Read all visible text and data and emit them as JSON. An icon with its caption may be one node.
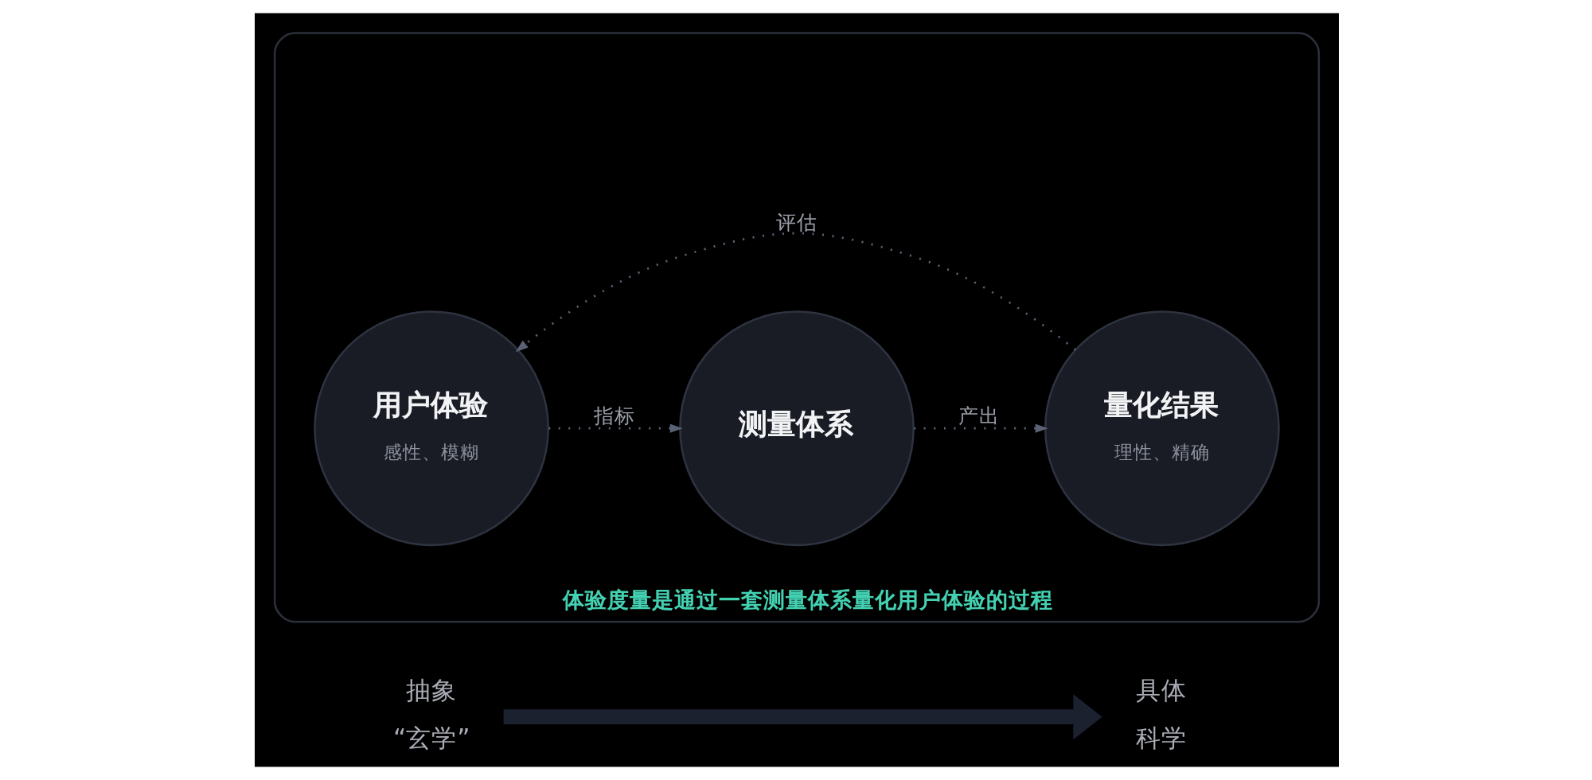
{
  "diagram": {
    "nodes": [
      {
        "text": [
          "体验度量是通过一套测量体系量化用户体验的过程"
        ]
      },
      {
        "text": [
          "用户体验",
          "感性、模糊"
        ],
        "in": 0
      },
      {
        "text": [
          "测量体系"
        ],
        "in": 0
      },
      {
        "text": [
          "量化结果",
          "理性、精确"
        ],
        "in": 0
      },
      {
        "text": [
          "抽象",
          "“玄学”"
        ]
      },
      {
        "text": [
          "具体",
          "科学"
        ]
      }
    ],
    "edges": [
      {
        "from": 1,
        "to": 2,
        "arrow": "to",
        "label": "指标",
        "style": "dashed"
      },
      {
        "from": 2,
        "to": 3,
        "arrow": "to",
        "label": "产出",
        "style": "dashed"
      },
      {
        "from": 3,
        "to": 1,
        "arrow": "to",
        "label": "评估",
        "style": "dashed"
      },
      {
        "from": 4,
        "to": 5,
        "arrow": "to",
        "style": "thick",
        "color": "#1c2130"
      }
    ]
  }
}
